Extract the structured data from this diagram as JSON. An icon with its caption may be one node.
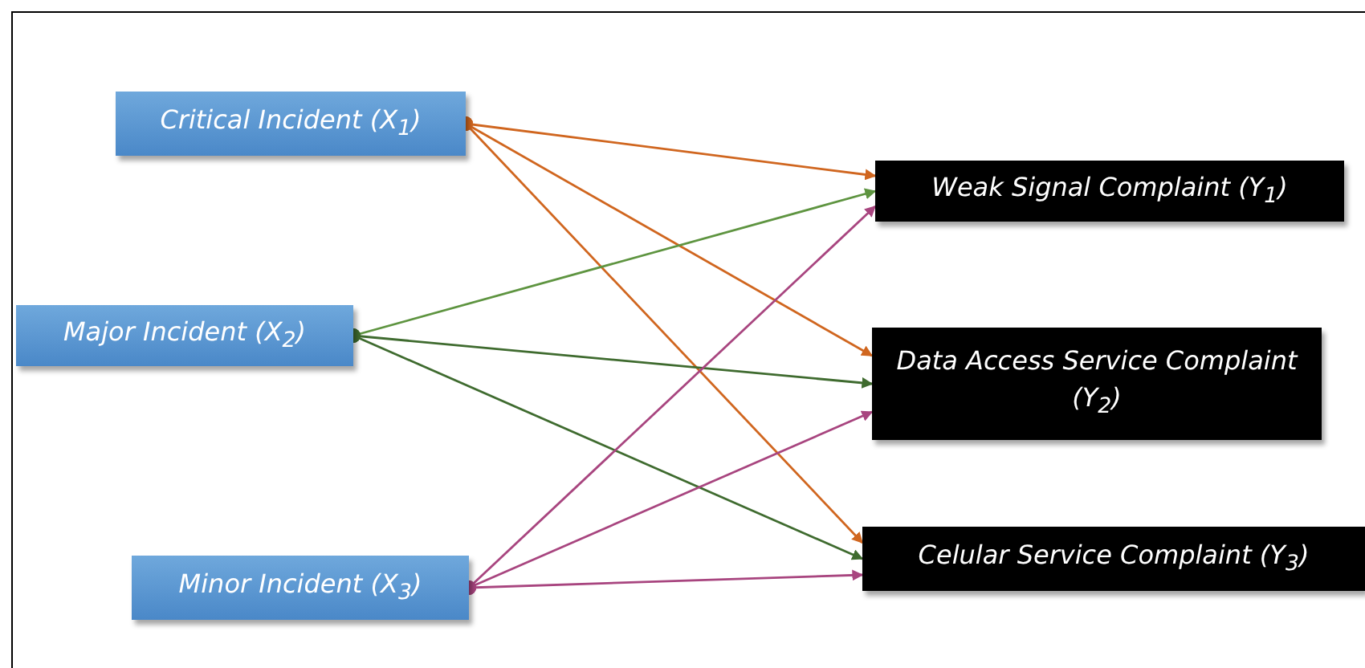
{
  "diagram": {
    "nodes": [
      {
        "text": [
          "Critical Incident (X$_{1}$)"
        ]
      },
      {
        "text": [
          "Major Incident (X$_{2}$)"
        ]
      },
      {
        "text": [
          "Minor Incident (X$_{3}$)"
        ]
      },
      {
        "text": [
          "Weak Signal Complaint (Y$_{1}$)"
        ]
      },
      {
        "text": [
          "Data Access Service Complaint (Y$_{2}$)"
        ]
      },
      {
        "text": [
          "Celular Service Complaint (Y$_{3}$)"
        ]
      }
    ],
    "edges": [
      {
        "from": 0,
        "to": 3,
        "arrow": "to",
        "color": "#d0661f"
      },
      {
        "from": 0,
        "to": 4,
        "arrow": "to",
        "color": "#d0661f"
      },
      {
        "from": 0,
        "to": 5,
        "arrow": "to",
        "color": "#d0661f"
      },
      {
        "from": 1,
        "to": 3,
        "arrow": "to",
        "color": "#5e9440"
      },
      {
        "from": 1,
        "to": 4,
        "arrow": "to",
        "color": "#3f6b2f"
      },
      {
        "from": 1,
        "to": 5,
        "arrow": "to",
        "color": "#3f6b2f"
      },
      {
        "from": 2,
        "to": 3,
        "arrow": "to",
        "color": "#a8457f"
      },
      {
        "from": 2,
        "to": 4,
        "arrow": "to",
        "color": "#a8457f"
      },
      {
        "from": 2,
        "to": 5,
        "arrow": "to",
        "color": "#a8457f"
      }
    ]
  }
}
